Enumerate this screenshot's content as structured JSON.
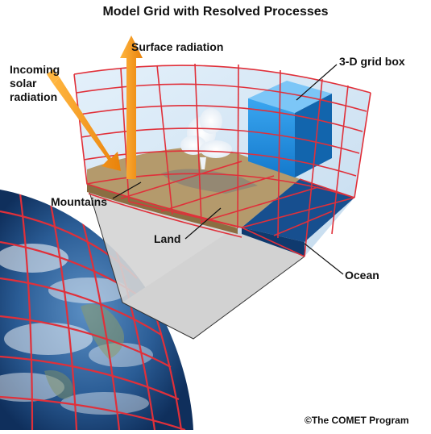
{
  "title": "Model Grid with Resolved Processes",
  "labels": {
    "surface_radiation": "Surface radiation",
    "incoming_solar": "Incoming solar radiation",
    "grid_box": "3-D grid box",
    "mountains": "Mountains",
    "land": "Land",
    "ocean": "Ocean"
  },
  "credit": "©The COMET Program",
  "colors": {
    "grid_line": "#e0303a",
    "atmosphere": "#cfe3f2",
    "grid_box": "#1e8fe0",
    "ocean": "#174f8f",
    "land": "#b49a6c",
    "arrow": "#f59a1a",
    "globe_ocean": "#1f4f8a"
  }
}
